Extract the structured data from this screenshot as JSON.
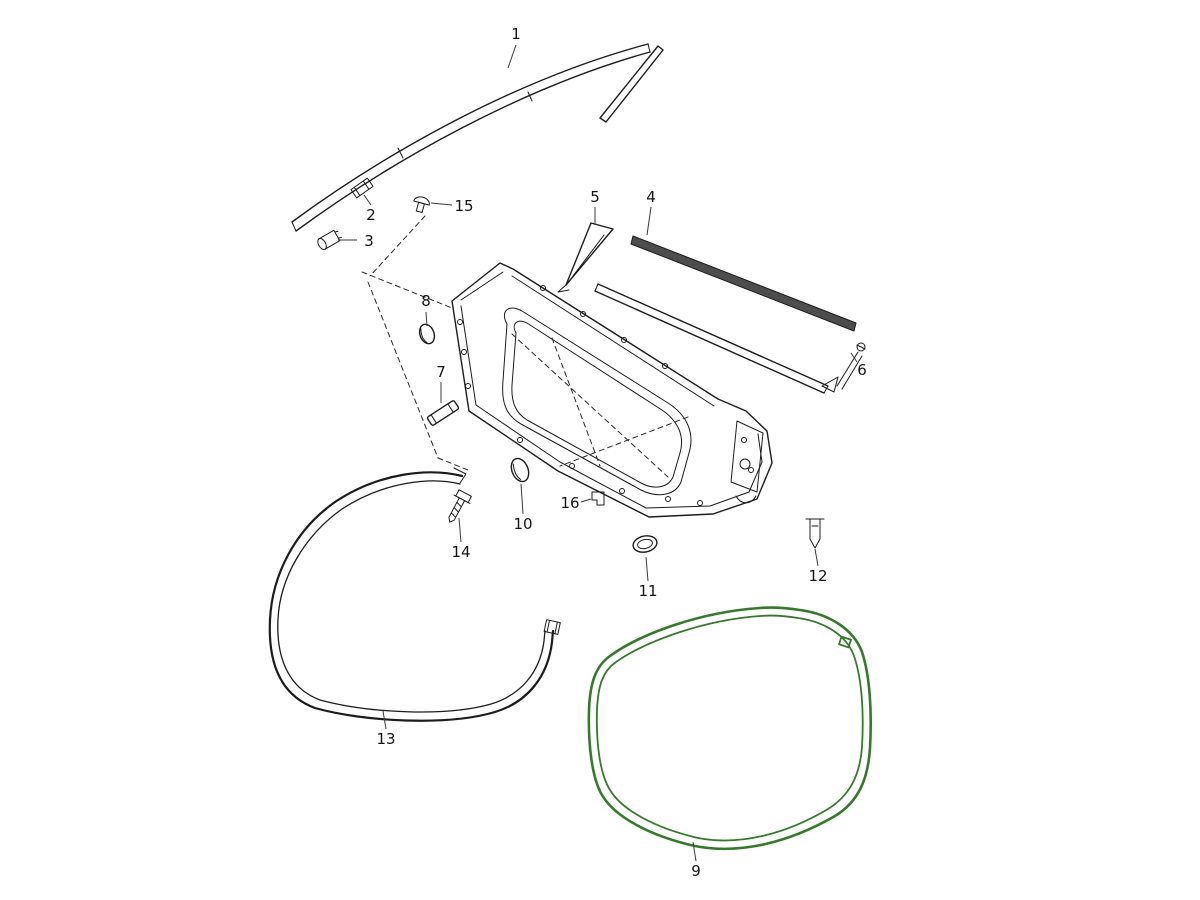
{
  "colors": {
    "line": "#1c1c1c",
    "seal_highlight": "#35792b",
    "callout_text": "#141414",
    "leader_line": "#3a3a3a",
    "strip_fill": "#4d4d4d",
    "background": "#ffffff"
  },
  "callouts": {
    "c1": "1",
    "c2": "2",
    "c3": "3",
    "c4": "4",
    "c5": "5",
    "c6": "6",
    "c7": "7",
    "c8": "8",
    "c9": "9",
    "c10": "10",
    "c11": "11",
    "c12": "12",
    "c13": "13",
    "c14": "14",
    "c15": "15",
    "c16": "16"
  }
}
